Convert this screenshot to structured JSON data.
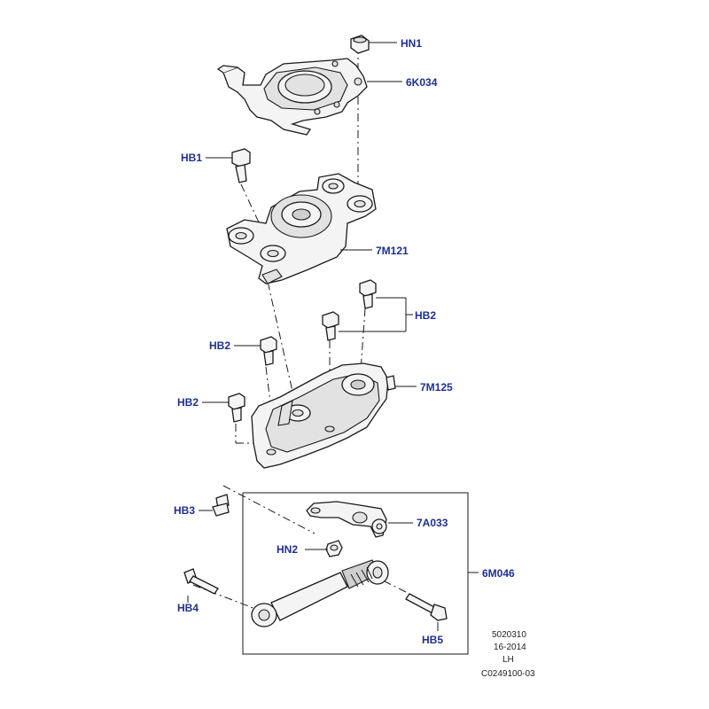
{
  "callouts": {
    "hn1": "HN1",
    "k6034": "6K034",
    "hb1": "HB1",
    "m7121": "7M121",
    "hb2_right": "HB2",
    "hb2_left_upper": "HB2",
    "hb2_left_lower": "HB2",
    "m7125": "7M125",
    "hb3": "HB3",
    "a7033": "7A033",
    "hn2": "HN2",
    "m6046": "6M046",
    "hb4": "HB4",
    "hb5": "HB5"
  },
  "meta": {
    "code": "5020310",
    "date": "16-2014",
    "side": "LH",
    "ref": "C0249100-03"
  }
}
